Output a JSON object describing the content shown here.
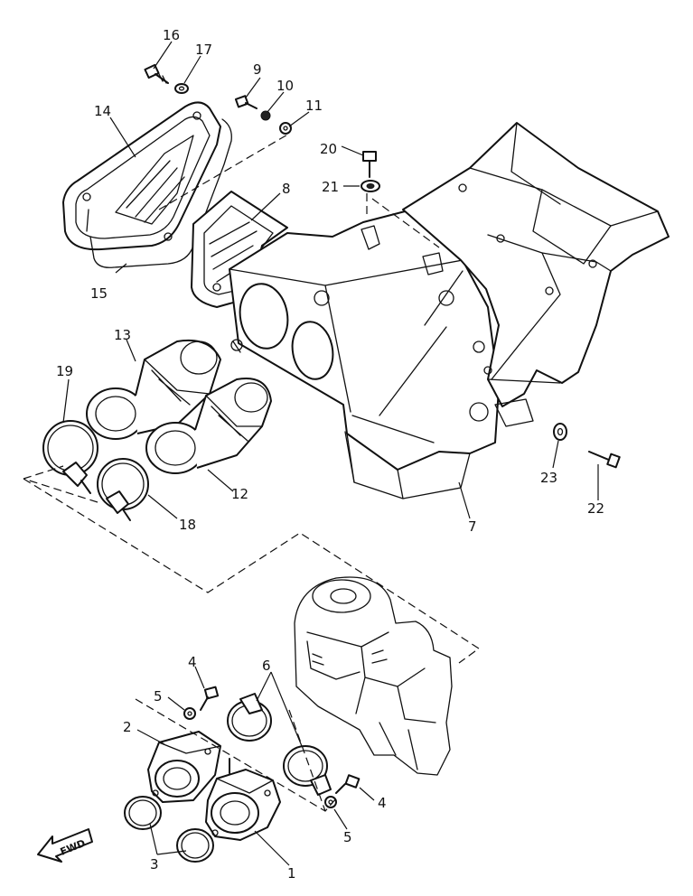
{
  "diagram": {
    "direction_label": "FWD",
    "callouts": {
      "c1": "1",
      "c2": "2",
      "c3": "3",
      "c4a": "4",
      "c4b": "4",
      "c5a": "5",
      "c5b": "5",
      "c6": "6",
      "c7": "7",
      "c8": "8",
      "c9": "9",
      "c10": "10",
      "c11": "11",
      "c12": "12",
      "c13": "13",
      "c14": "14",
      "c15": "15",
      "c16": "16",
      "c17": "17",
      "c18": "18",
      "c19": "19",
      "c20": "20",
      "c21": "21",
      "c22": "22",
      "c23": "23"
    }
  }
}
